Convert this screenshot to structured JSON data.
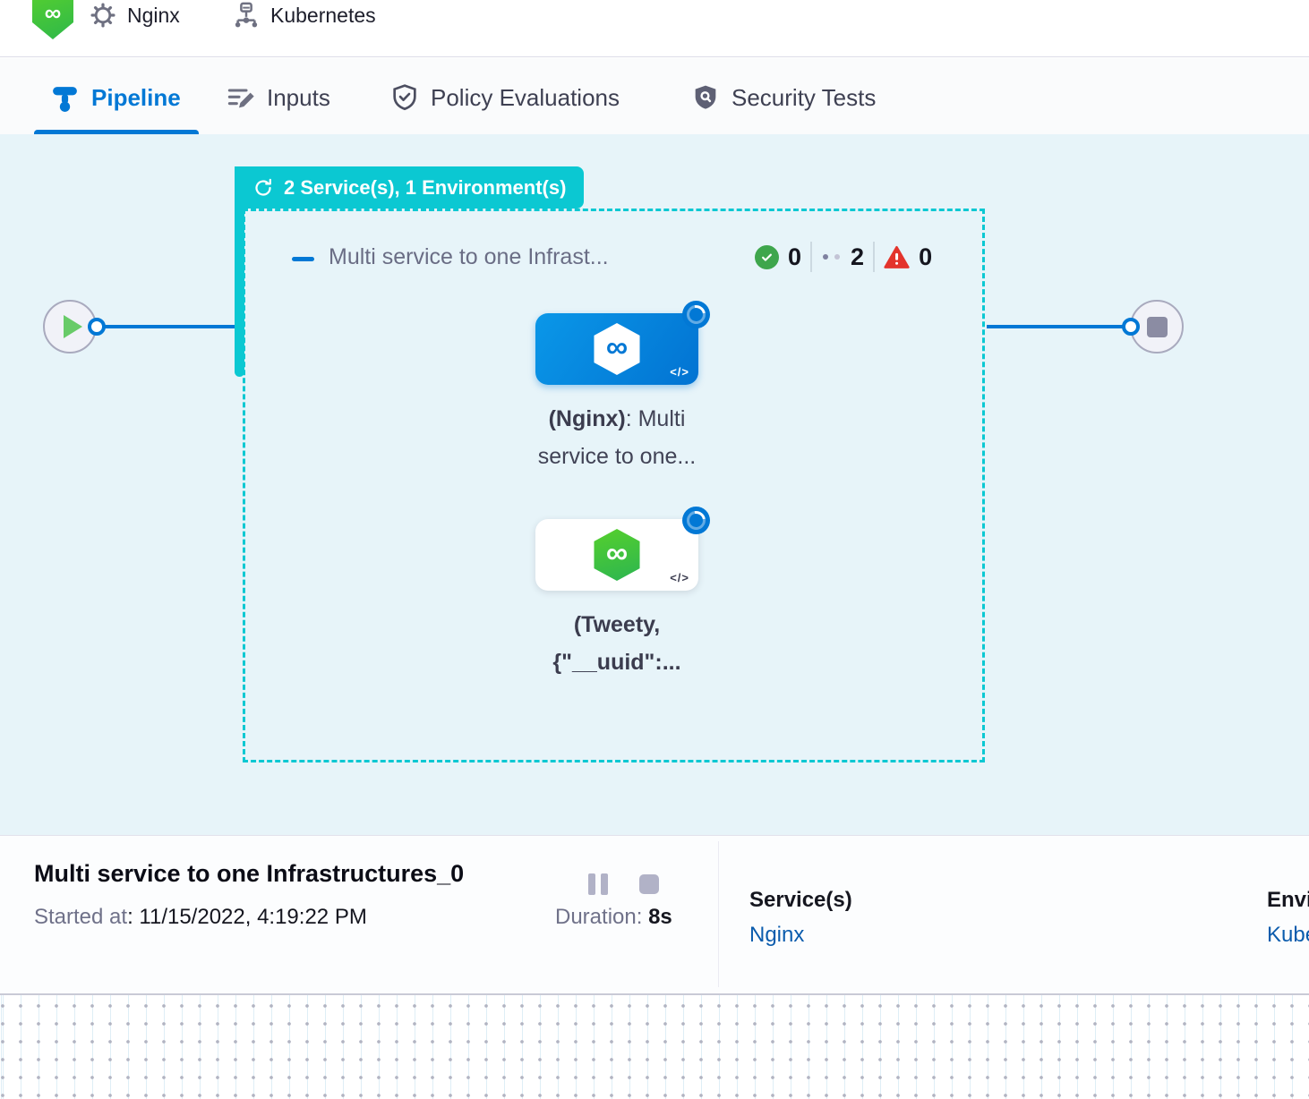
{
  "icons": {
    "infinity": "∞",
    "code": "</>"
  },
  "topbar": {
    "connector_label": "Nginx",
    "cluster_label": "Kubernetes"
  },
  "tabs": {
    "pipeline": "Pipeline",
    "inputs": "Inputs",
    "policy": "Policy Evaluations",
    "security": "Security Tests"
  },
  "canvas": {
    "group_badge_label": "2 Service(s), 1 Environment(s)",
    "stage_title": "Multi service to one Infrast...",
    "counts": {
      "success": "0",
      "running": "2",
      "failed": "0"
    },
    "node1": {
      "bold": "(Nginx)",
      "rest": ": Multi",
      "line2": "service to one..."
    },
    "node2": {
      "line1": "(Tweety,",
      "line2": "{\"__uuid\":..."
    }
  },
  "footer": {
    "title": "Multi service to one Infrastructures_0",
    "started_label": "Started at",
    "started_value": ": 11/15/2022, 4:19:22 PM",
    "duration_label": "Duration: ",
    "duration_value": "8s",
    "services_label": "Service(s)",
    "services_value": "Nginx",
    "environments_label": "Environment(s)",
    "environments_value": "Kubernetes"
  },
  "colors": {
    "accent_teal": "#0bc8d2",
    "primary_blue": "#0278d5",
    "canvas_bg": "#e7f4f9",
    "success_green": "#3ea64c",
    "error_red": "#e3342c",
    "link_blue": "#0b5cad"
  }
}
